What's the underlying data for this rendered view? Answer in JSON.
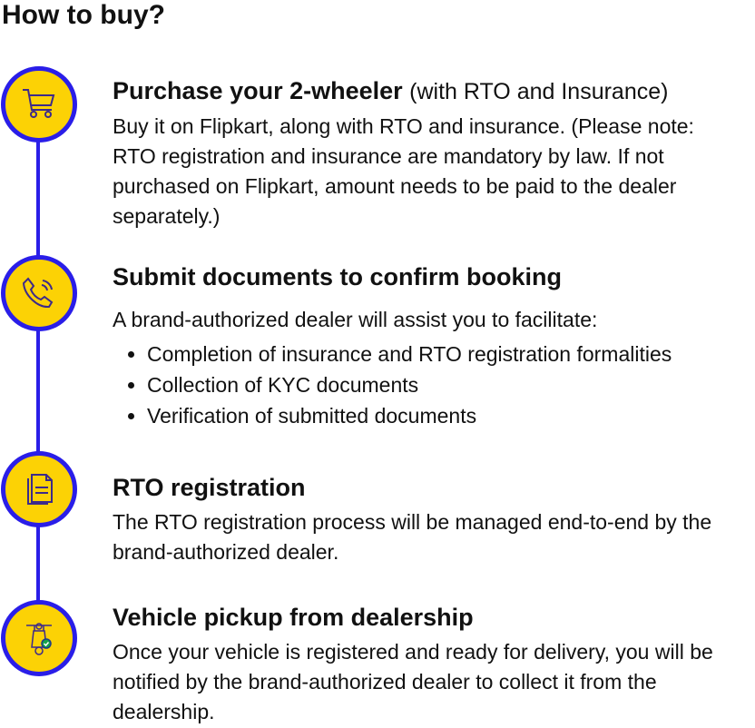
{
  "heading": "How to buy?",
  "colors": {
    "circle_fill": "#fcd205",
    "accent": "#2a1ee8",
    "icon": "#3d2a8a"
  },
  "steps": [
    {
      "icon": "cart-icon",
      "title": "Purchase your 2-wheeler",
      "title_note": "(with RTO and Insurance)",
      "body": "Buy it on Flipkart, along with RTO and insurance. (Please note: RTO registration and insurance are mandatory by law. If not purchased on Flipkart, amount needs to be paid to the dealer separately.)"
    },
    {
      "icon": "phone-icon",
      "title": "Submit documents to confirm booking",
      "body": "A brand-authorized dealer will assist you to facilitate:",
      "bullets": [
        "Completion of insurance and RTO registration formalities",
        "Collection of KYC documents",
        "Verification of submitted documents"
      ]
    },
    {
      "icon": "document-icon",
      "title": "RTO registration",
      "body": "The RTO registration process will be managed end-to-end by the brand-authorized dealer."
    },
    {
      "icon": "scooter-icon",
      "title": "Vehicle pickup from dealership",
      "body": "Once your vehicle is registered and ready for delivery, you will be notified by the brand-authorized dealer to collect it from the dealership."
    }
  ]
}
